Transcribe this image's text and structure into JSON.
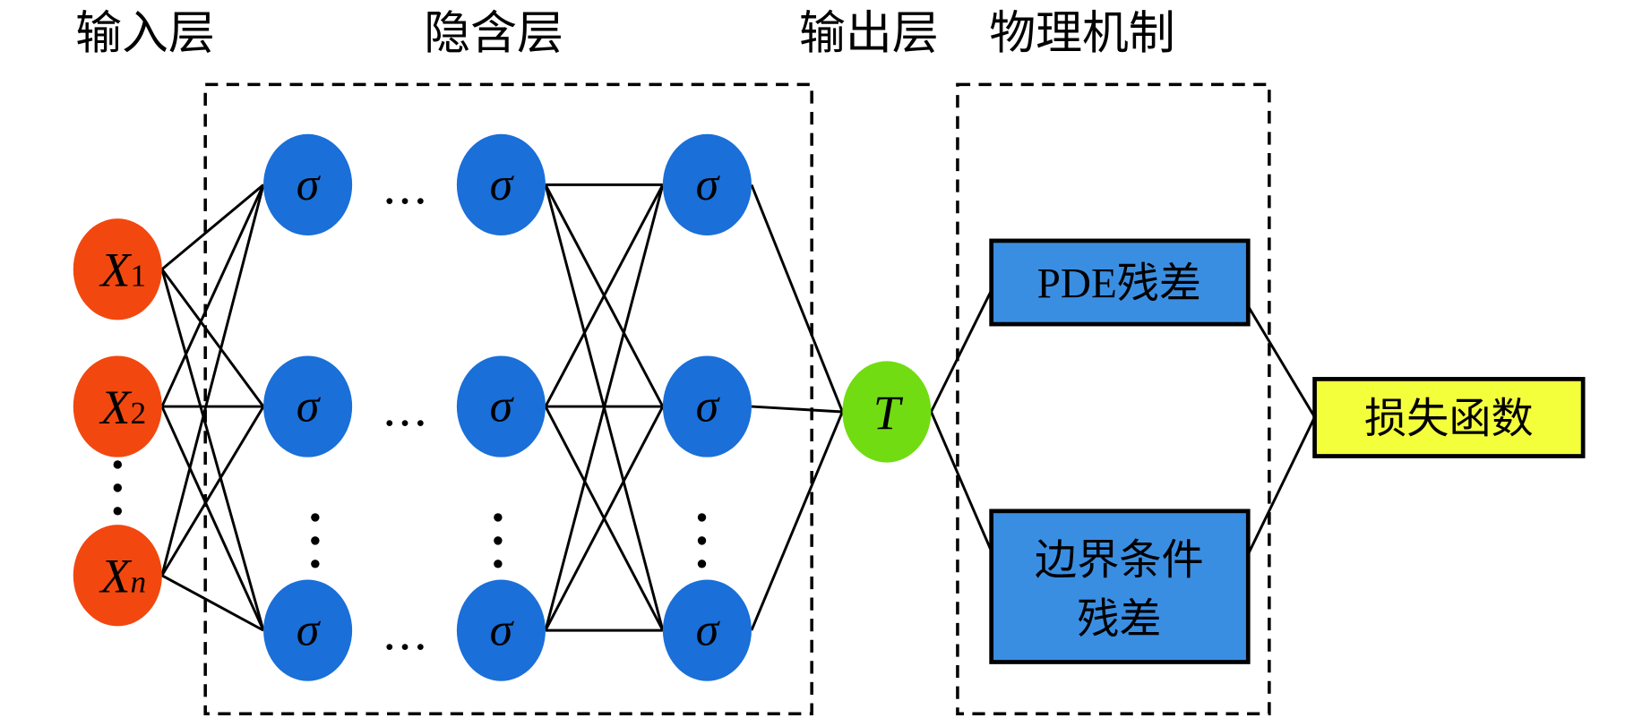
{
  "headers": {
    "input": "输入层",
    "hidden": "隐含层",
    "output": "输出层",
    "physics": "物理机制"
  },
  "input_nodes": [
    {
      "base": "X",
      "sub": "1"
    },
    {
      "base": "X",
      "sub": "2"
    },
    {
      "base": "X",
      "sub": "n"
    }
  ],
  "hidden_symbol": "σ",
  "ellipsis": "…",
  "output_node": "T",
  "pde_box": "PDE残差",
  "boundary_box": [
    "边界条件",
    "残差"
  ],
  "loss_box": "损失函数",
  "colors": {
    "input": "#f2480f",
    "hidden": "#1a6fd8",
    "output": "#72dc12",
    "residual_box": "#3a8ee2",
    "loss_box": "#f4ff3c"
  }
}
